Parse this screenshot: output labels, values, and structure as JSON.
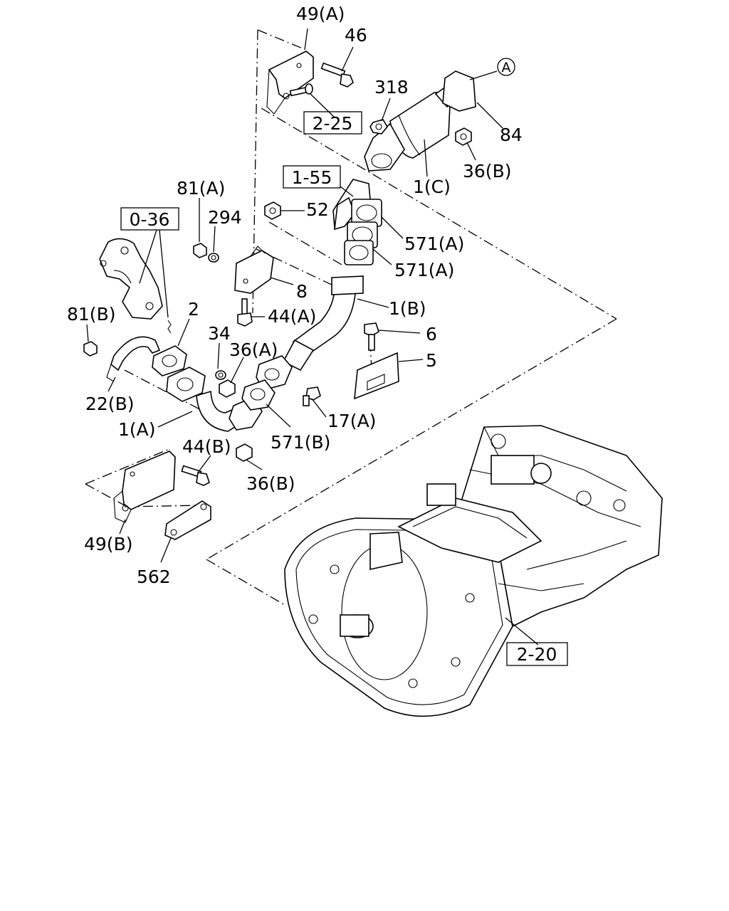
{
  "labels": {
    "l49A": "49(A)",
    "l46": "46",
    "l318": "318",
    "lA": "A",
    "l84": "84",
    "l36B_top": "36(B)",
    "l1C": "1(C)",
    "l1_55": "1-55",
    "l52": "52",
    "l571A_1": "571(A)",
    "l571A_2": "571(A)",
    "l81A": "81(A)",
    "l294": "294",
    "l0_36": "0-36",
    "l8": "8",
    "l1B": "1(B)",
    "l44A": "44(A)",
    "l81B": "81(B)",
    "l2": "2",
    "l34": "34",
    "l36A": "36(A)",
    "l6": "6",
    "l5": "5",
    "l22B": "22(B)",
    "l17A": "17(A)",
    "l1A": "1(A)",
    "l571B": "571(B)",
    "l44B": "44(B)",
    "l36B_bot": "36(B)",
    "l49B": "49(B)",
    "l562": "562",
    "l2_25": "2-25",
    "l2_20": "2-20"
  }
}
